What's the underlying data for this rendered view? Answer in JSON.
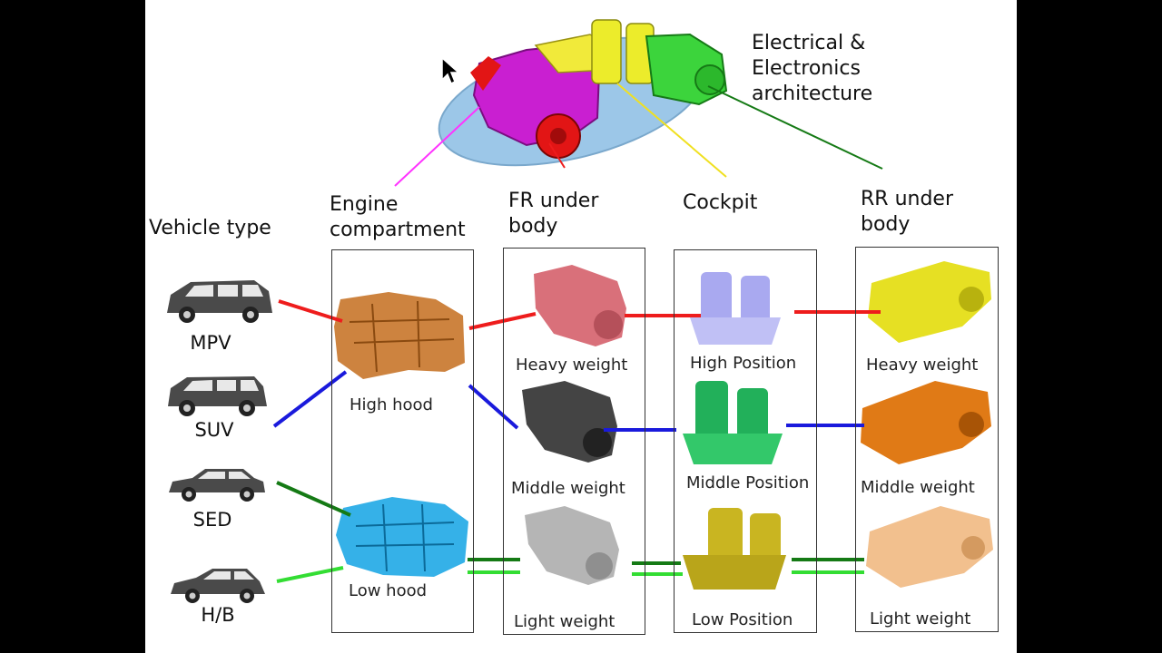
{
  "architecture_label": "Electrical &\nElectronics\narchitecture",
  "columns": {
    "vehicle_type": "Vehicle type",
    "engine": "Engine\ncompartment",
    "fr_under_body": "FR under\nbody",
    "cockpit": "Cockpit",
    "rr_under_body": "RR under\nbody"
  },
  "vehicles": [
    {
      "label": "MPV"
    },
    {
      "label": "SUV"
    },
    {
      "label": "SED"
    },
    {
      "label": "H/B"
    }
  ],
  "engine_options": [
    {
      "label": "High hood",
      "color": "#c8762a"
    },
    {
      "label": "Low hood",
      "color": "#1fa9e6"
    }
  ],
  "fr_options": [
    {
      "label": "Heavy weight",
      "color": "#d9707a"
    },
    {
      "label": "Middle weight",
      "color": "#444444"
    },
    {
      "label": "Light weight",
      "color": "#b5b5b5"
    }
  ],
  "cockpit_options": [
    {
      "label": "High Position",
      "color": "#a9a9f0"
    },
    {
      "label": "Middle Position",
      "color": "#22b05a"
    },
    {
      "label": "Low Position",
      "color": "#c9b521"
    }
  ],
  "rr_options": [
    {
      "label": "Heavy weight",
      "color": "#e6e023"
    },
    {
      "label": "Middle weight",
      "color": "#e07a16"
    },
    {
      "label": "Light weight",
      "color": "#f2c08e"
    }
  ],
  "colors": {
    "red": "#ee1c1c",
    "blue": "#1a1adc",
    "dark_green": "#157a15",
    "light_green": "#33dd33",
    "magenta": "#ff33ff",
    "yellow": "#f0e020",
    "platform": "#9cc7e8"
  }
}
